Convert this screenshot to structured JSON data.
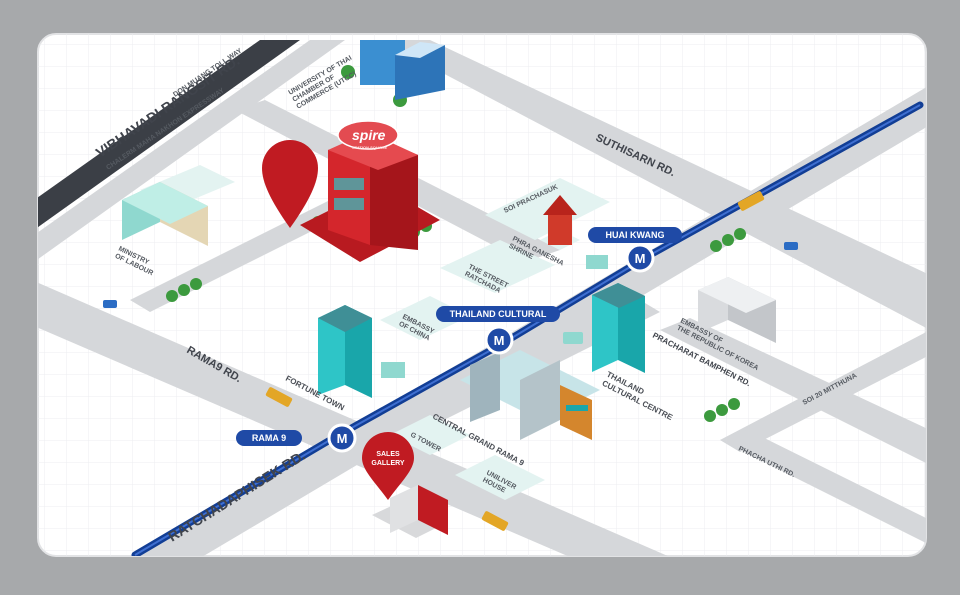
{
  "colors": {
    "background": "#a7a9ab",
    "map_card": "#ffffff",
    "road": "#d5d7da",
    "bts_line": "#123e95",
    "station_badge": "#1f4aa6",
    "pin_red": "#c01b22",
    "building_teal": "#2ec5c7",
    "label_area": "#e3f3f1"
  },
  "roads": {
    "vibhavadi": "VIBHAVADI RANGSIT RD.",
    "don_mueang": "DON MUANG TOLL WAY",
    "chaloem": "CHALERM MAHA NAKHON EXPRESSWAY",
    "suthisarn": "SUTHISARN RD.",
    "soi_prachasuk": "SOI PRACHASUK",
    "rama9": "RAMA9 RD.",
    "ratchadaphisek": "RATCHADAPHISEK RD.",
    "pracharat": "PRACHARAT BAMPHEN RD.",
    "soi20": "SOI 20 MITTHUNA",
    "phacha_uthi": "PHACHA UTHI RD."
  },
  "stations": {
    "huai_kwang": "HUAI KWANG",
    "thailand_cultural": "THAILAND CULTURAL",
    "rama9": "RAMA 9",
    "metro_glyph": "M"
  },
  "places": {
    "utcc": [
      "UNIVERSITY OF THAI",
      "CHAMBER OF",
      "COMMERCE (UTCC)"
    ],
    "labour": [
      "MINISTRY",
      "OF LABOUR"
    ],
    "phra_ganesha": [
      "PHRA GANESHA",
      "SHRINE"
    ],
    "street_ratchada": [
      "THE STREET",
      "RATCHADA"
    ],
    "embassy_china": [
      "EMBASSY",
      "OF CHINA"
    ],
    "fortune_town": "FORTUNE TOWN",
    "cultural_centre": [
      "THAILAND",
      "CULTURAL CENTRE"
    ],
    "embassy_korea": [
      "EMBASSY OF",
      "THE REPUBLIC OF KOREA"
    ],
    "central_grand": "CENTRAL GRAND RAMA 9",
    "g_tower": "G TOWER",
    "unilever": [
      "UNILIVER",
      "HOUSE"
    ]
  },
  "project": {
    "logo_text": "spire",
    "logo_subtext": "STATION SQUARE",
    "sales_gallery": [
      "SALES",
      "GALLERY"
    ]
  }
}
